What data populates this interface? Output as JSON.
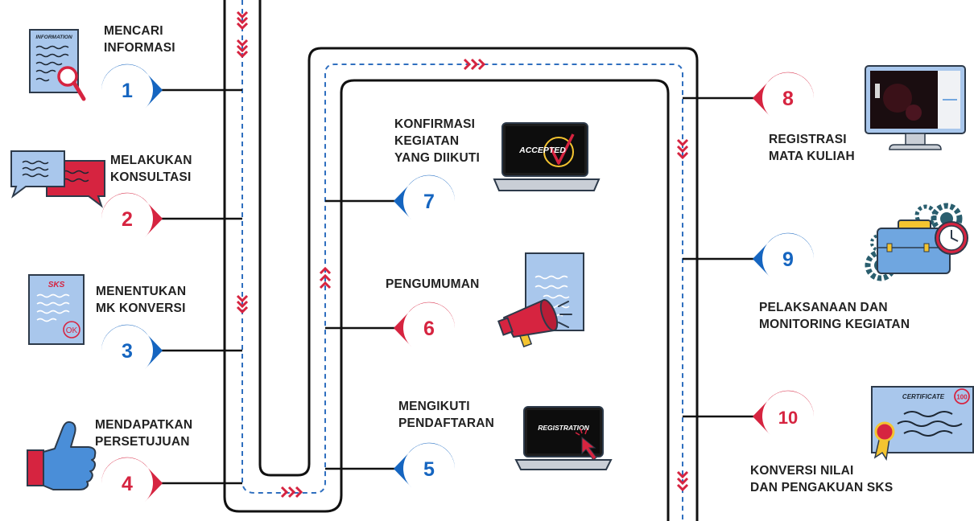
{
  "steps": [
    {
      "number": "1",
      "label": "MENCARI\nINFORMASI"
    },
    {
      "number": "2",
      "label": "MELAKUKAN\nKONSULTASI"
    },
    {
      "number": "3",
      "label": "MENENTUKAN\nMK KONVERSI"
    },
    {
      "number": "4",
      "label": "MENDAPATKAN\nPERSETUJUAN"
    },
    {
      "number": "5",
      "label": "MENGIKUTI\nPENDAFTARAN"
    },
    {
      "number": "6",
      "label": "PENGUMUMAN"
    },
    {
      "number": "7",
      "label": "KONFIRMASI\nKEGIATAN\nYANG DIIKUTI"
    },
    {
      "number": "8",
      "label": "REGISTRASI\nMATA KULIAH"
    },
    {
      "number": "9",
      "label": "PELAKSANAAN DAN\nMONITORING KEGIATAN"
    },
    {
      "number": "10",
      "label": "KONVERSI NILAI\nDAN PENGAKUAN SKS"
    }
  ],
  "icons": {
    "step1": {
      "name": "information-document-icon",
      "text": "INFORMATION"
    },
    "step2": {
      "name": "chat-bubbles-icon"
    },
    "step3": {
      "name": "sks-document-icon",
      "text": "SKS",
      "stamp": "OK"
    },
    "step4": {
      "name": "thumbs-up-icon"
    },
    "step5": {
      "name": "registration-laptop-icon",
      "text": "REGISTRATION"
    },
    "step6": {
      "name": "megaphone-announcement-icon"
    },
    "step7": {
      "name": "accepted-laptop-icon",
      "text": "ACCEPTED"
    },
    "step8": {
      "name": "monitor-icon"
    },
    "step9": {
      "name": "briefcase-gears-clock-icon"
    },
    "step10": {
      "name": "certificate-icon",
      "text": "CERTIFICATE",
      "badge": "100"
    }
  },
  "colors": {
    "red": "#d62440",
    "blue": "#1565c0",
    "track": "#111111",
    "dash": "#2f6fbf",
    "paper": "#a9c7ec",
    "paperStroke": "#2d3a4a"
  }
}
